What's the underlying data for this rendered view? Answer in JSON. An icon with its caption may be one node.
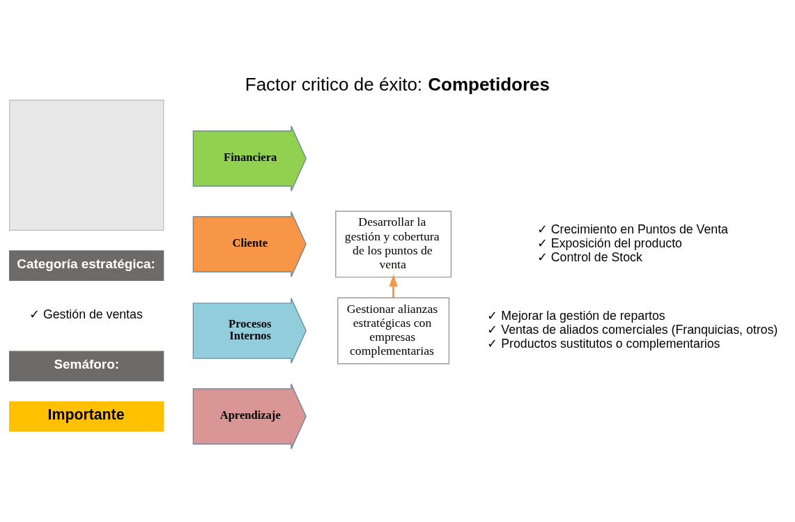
{
  "diagram": {
    "title": "Factor critico de éxito: **Competidores**",
    "nodes": [
      {
        "text": [],
        "shape": "box"
      },
      {
        "text": [
          "Categoría estratégica:"
        ],
        "beside": [
          "✓ Gestión de ventas"
        ]
      },
      {
        "text": [
          "Semáforo:"
        ]
      },
      {
        "text": [
          "Importante"
        ]
      },
      {
        "text": [
          "Financiera"
        ]
      },
      {
        "text": [
          "Cliente"
        ]
      },
      {
        "text": [
          "Desarrollar la gestión y cobertura de los puntos de venta"
        ],
        "beside": [
          "✓ Crecimiento en Puntos de Venta",
          "✓ Exposición del producto",
          "✓ Control de Stock"
        ]
      },
      {
        "text": [
          "Procesos Internos"
        ]
      },
      {
        "text": [
          "Gestionar alianzas estratégicas con empresas complementarias"
        ],
        "beside": [
          "✓ Mejorar la gestión de repartos",
          "✓ Ventas de aliados comerciales (Franquicias, otros)",
          "✓ Productos sustitutos o complementarios"
        ]
      },
      {
        "text": [
          "Aprendizaje"
        ]
      }
    ],
    "edges": [
      {
        "from": 8,
        "to": 6,
        "arrow": "to",
        "color": "#f79646"
      }
    ]
  }
}
